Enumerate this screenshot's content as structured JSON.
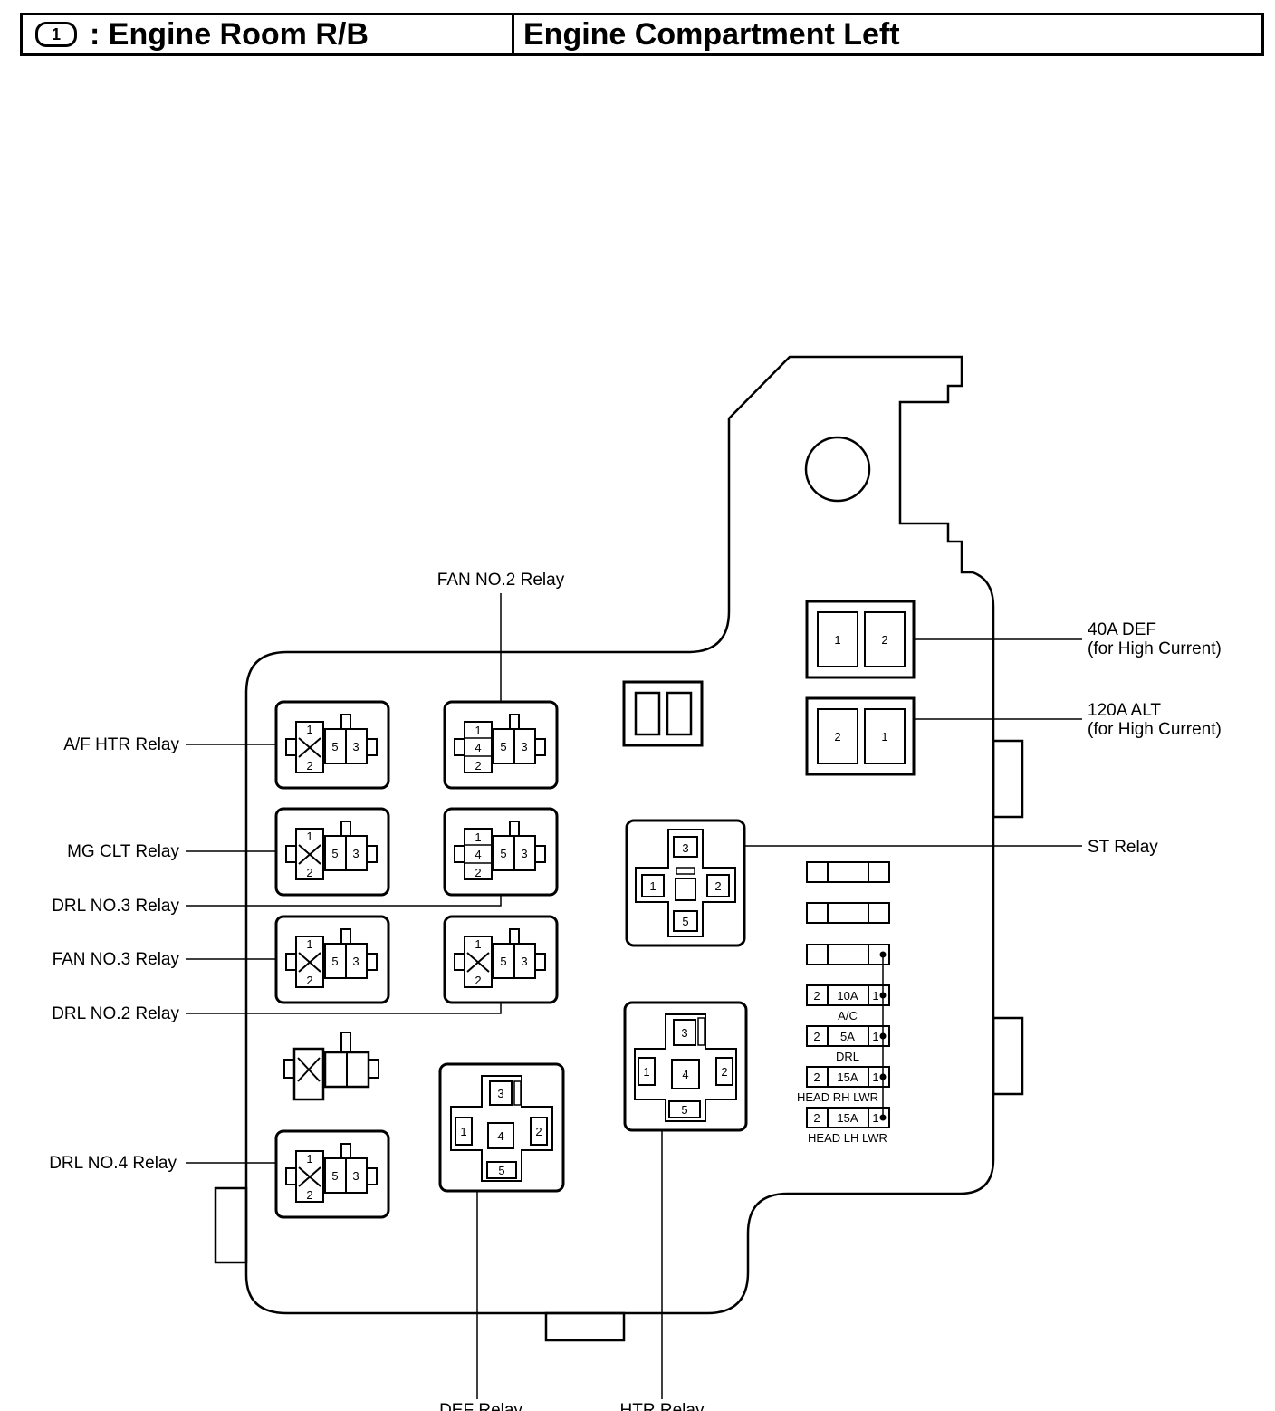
{
  "header": {
    "number": "1",
    "title_left": ": Engine Room R/B",
    "title_right": "Engine Compartment Left"
  },
  "labels": {
    "af_htr": "A/F HTR Relay",
    "mg_clt": "MG CLT Relay",
    "drl3": "DRL NO.3 Relay",
    "fan3": "FAN NO.3 Relay",
    "drl2": "DRL NO.2 Relay",
    "drl4": "DRL NO.4 Relay",
    "fan2": "FAN NO.2 Relay",
    "def": "DEF Relay",
    "htr": "HTR Relay",
    "st": "ST Relay",
    "def40_line1": "40A DEF",
    "def40_line2": "(for High Current)",
    "alt120_line1": "120A ALT",
    "alt120_line2": "(for High Current)"
  },
  "fuses": [
    {
      "left": "2",
      "amp": "10A",
      "right": "1",
      "name": "A/C"
    },
    {
      "left": "2",
      "amp": "5A",
      "right": "1",
      "name": "DRL"
    },
    {
      "left": "2",
      "amp": "15A",
      "right": "1",
      "name": "HEAD RH LWR"
    },
    {
      "left": "2",
      "amp": "15A",
      "right": "1",
      "name": "HEAD LH LWR"
    }
  ],
  "pins": {
    "p1": "1",
    "p2": "2",
    "p3": "3",
    "p4": "4",
    "p5": "5"
  }
}
